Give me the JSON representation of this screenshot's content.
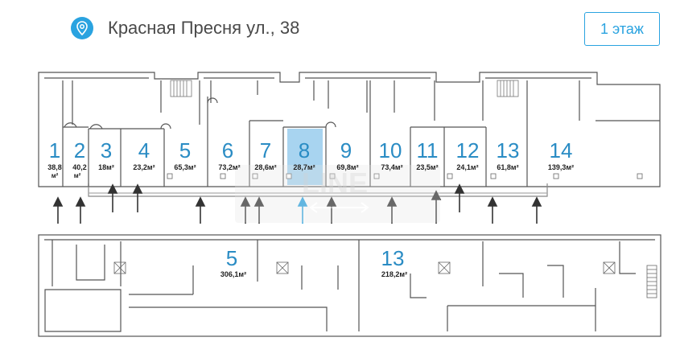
{
  "header": {
    "address": "Красная Пресня ул., 38",
    "floor_button": "1 этаж",
    "location_icon": "map-pin-icon"
  },
  "accent_color": "#2aa3e0",
  "selected_color": "#a8d4f0",
  "watermark": "LINE",
  "ground_units": [
    {
      "num": "1",
      "area": "38,8",
      "unit": "м²"
    },
    {
      "num": "2",
      "area": "40,2",
      "unit": "м²"
    },
    {
      "num": "3",
      "area": "18м²"
    },
    {
      "num": "4",
      "area": "23,2м²"
    },
    {
      "num": "5",
      "area": "65,3м²"
    },
    {
      "num": "6",
      "area": "73,2м²"
    },
    {
      "num": "7",
      "area": "28,6м²"
    },
    {
      "num": "8",
      "area": "28,7м²",
      "selected": true
    },
    {
      "num": "9",
      "area": "69,8м²"
    },
    {
      "num": "10",
      "area": "73,4м²"
    },
    {
      "num": "11",
      "area": "23,5м²"
    },
    {
      "num": "12",
      "area": "24,1м²"
    },
    {
      "num": "13",
      "area": "61,8м²"
    },
    {
      "num": "14",
      "area": "139,3м²"
    }
  ],
  "basement_units": [
    {
      "num": "5",
      "area": "306,1м²"
    },
    {
      "num": "13",
      "area": "218,2м²"
    }
  ]
}
